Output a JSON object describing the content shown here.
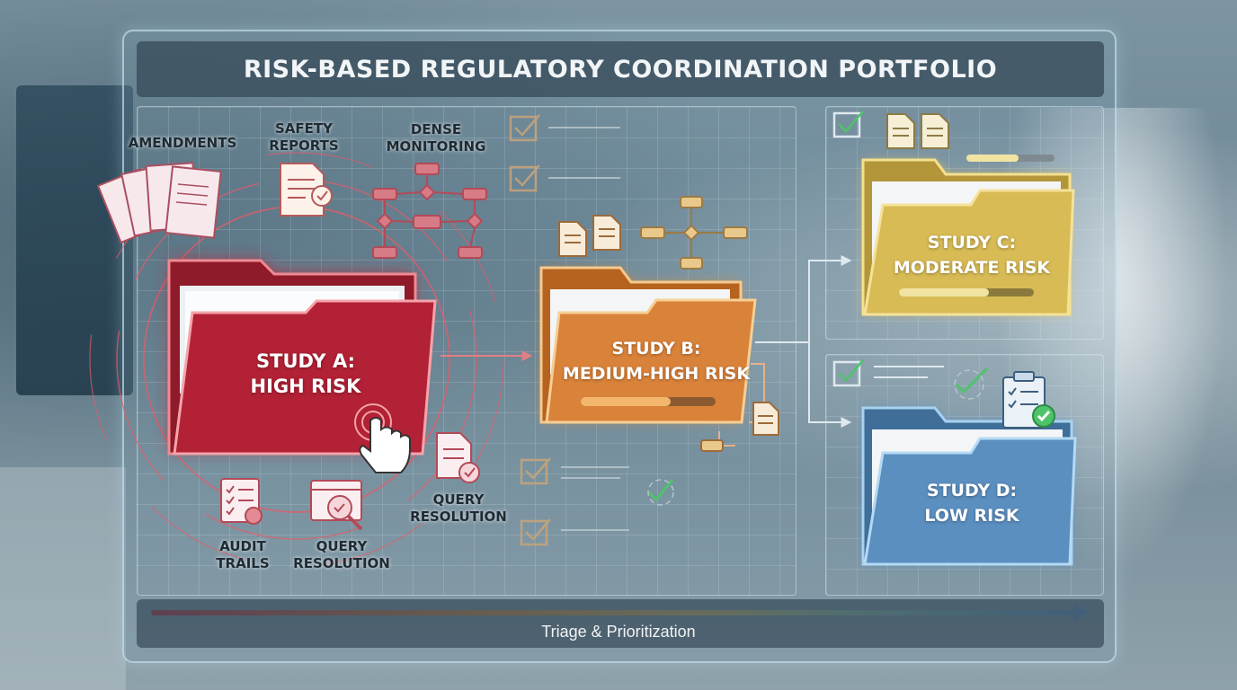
{
  "title": "RISK-BASED REGULATORY COORDINATION PORTFOLIO",
  "labels": {
    "amendments": "AMENDMENTS",
    "safety_reports": [
      "SAFETY",
      "REPORTS"
    ],
    "dense_monitoring": [
      "DENSE",
      "MONITORING"
    ],
    "audit_trails": [
      "AUDIT",
      "TRAILS"
    ],
    "query_resolution_left": [
      "QUERY",
      "RESOLUTION"
    ],
    "query_resolution_right": [
      "QUERY",
      "RESOLUTION"
    ]
  },
  "studies": [
    {
      "line1": "STUDY A:",
      "line2": "HIGH RISK",
      "color": "#c0273a"
    },
    {
      "line1": "STUDY B:",
      "line2": "MEDIUM-HIGH RISK",
      "color": "#e08a33"
    },
    {
      "line1": "STUDY C:",
      "line2": "MODERATE RISK",
      "color": "#e2c35c"
    },
    {
      "line1": "STUDY D:",
      "line2": "LOW RISK",
      "color": "#5b93c9"
    }
  ],
  "timeline_label": "Triage & Prioritization",
  "colors": {
    "high": "#c0273a",
    "medium_high": "#e08a33",
    "moderate": "#e2c35c",
    "low": "#5b93c9",
    "check": "#4fc36a"
  },
  "icons": [
    "document-stack-icon",
    "certificate-icon",
    "flowchart-icon",
    "checklist-icon",
    "magnifier-icon",
    "hand-pointer-icon",
    "checkbox-icon",
    "clipboard-icon"
  ]
}
